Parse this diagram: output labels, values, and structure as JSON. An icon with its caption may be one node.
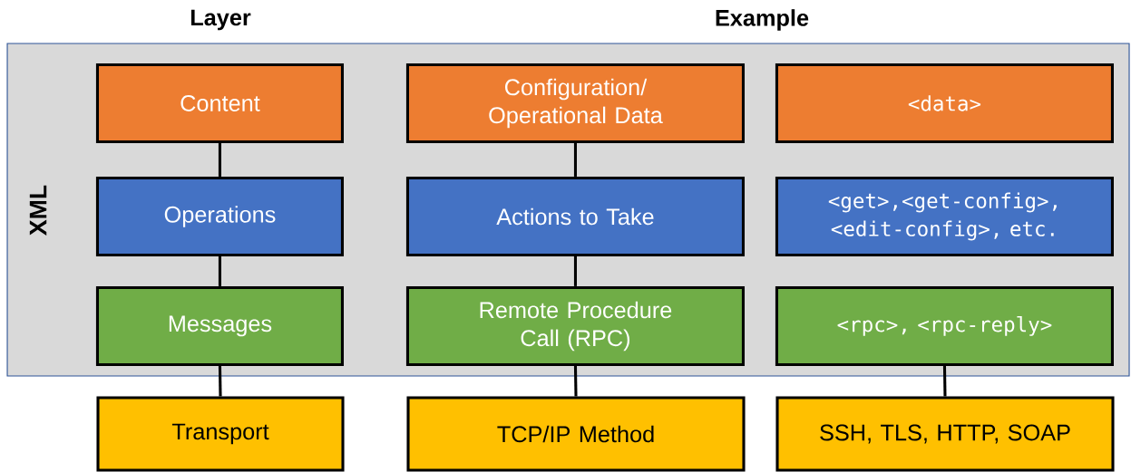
{
  "diagram": {
    "nodes": [
      {
        "text": [
          "XML"
        ]
      },
      {
        "text": [
          "Content"
        ],
        "in": 0
      },
      {
        "text": [
          "Configuration/ Operational Data"
        ],
        "in": 0
      },
      {
        "text": [
          "<data>"
        ],
        "in": 0
      },
      {
        "text": [
          "Operations"
        ],
        "in": 0
      },
      {
        "text": [
          "Actions to Take"
        ],
        "in": 0
      },
      {
        "text": [
          "<get>,<get-config>, <edit-config>, etc."
        ],
        "in": 0
      },
      {
        "text": [
          "Messages"
        ],
        "in": 0
      },
      {
        "text": [
          "Remote Procedure Call (RPC)"
        ],
        "in": 0
      },
      {
        "text": [
          "<rpc>, <rpc-reply>"
        ],
        "in": 0
      },
      {
        "text": [
          "Transport"
        ]
      },
      {
        "text": [
          "TCP/IP Method"
        ]
      },
      {
        "text": [
          "SSH, TLS, HTTP, SOAP"
        ]
      }
    ],
    "edges": [
      {
        "from": 1,
        "to": 4,
        "arrow": "none"
      },
      {
        "from": 4,
        "to": 7,
        "arrow": "none"
      },
      {
        "from": 7,
        "to": 10,
        "arrow": "none"
      },
      {
        "from": 2,
        "to": 5,
        "arrow": "none"
      },
      {
        "from": 5,
        "to": 8,
        "arrow": "none"
      },
      {
        "from": 8,
        "to": 11,
        "arrow": "none"
      },
      {
        "from": 9,
        "to": 12,
        "arrow": "none"
      }
    ],
    "labels": [
      "Layer",
      "Example"
    ]
  }
}
